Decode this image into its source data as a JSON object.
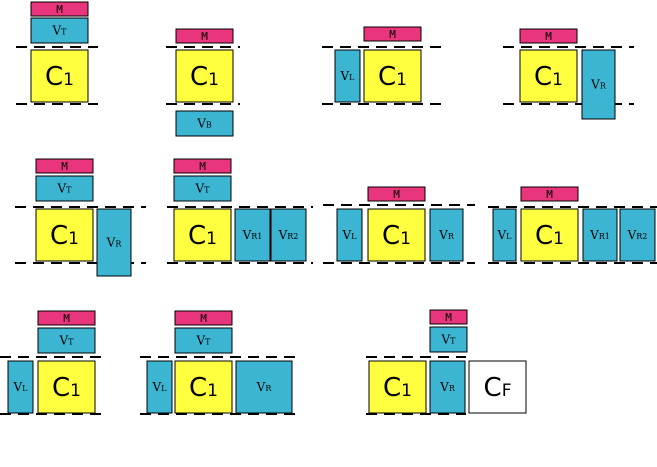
{
  "colors": {
    "M": "#e8357c",
    "V": "#3cb5d2",
    "C1": "#ffff40",
    "CF": "#ffffff"
  },
  "labels": {
    "M": "M",
    "C1": {
      "main": "C",
      "sub": "1"
    },
    "CF": {
      "main": "C",
      "sub": "F"
    },
    "VT": {
      "main": "V",
      "sub": "T"
    },
    "VB": {
      "main": "V",
      "sub": "B"
    },
    "VL": {
      "main": "V",
      "sub": "L"
    },
    "VR": {
      "main": "V",
      "sub": "R"
    },
    "VR1": {
      "main": "V",
      "sub": "R1"
    },
    "VR2": {
      "main": "V",
      "sub": "R2"
    }
  },
  "configurations": [
    {
      "id": 1,
      "parts": [
        "M",
        "VT",
        "C1"
      ]
    },
    {
      "id": 2,
      "parts": [
        "M",
        "C1",
        "VB"
      ]
    },
    {
      "id": 3,
      "parts": [
        "M",
        "VL",
        "C1"
      ]
    },
    {
      "id": 4,
      "parts": [
        "M",
        "C1",
        "VR"
      ]
    },
    {
      "id": 5,
      "parts": [
        "M",
        "VT",
        "C1",
        "VR"
      ]
    },
    {
      "id": 6,
      "parts": [
        "M",
        "VT",
        "C1",
        "VR1",
        "VR2"
      ]
    },
    {
      "id": 7,
      "parts": [
        "M",
        "VL",
        "C1",
        "VR"
      ]
    },
    {
      "id": 8,
      "parts": [
        "M",
        "VL",
        "C1",
        "VR1",
        "VR2"
      ]
    },
    {
      "id": 9,
      "parts": [
        "M",
        "VT",
        "VL",
        "C1"
      ]
    },
    {
      "id": 10,
      "parts": [
        "M",
        "VT",
        "VL",
        "C1",
        "VR"
      ]
    },
    {
      "id": 11,
      "parts": [
        "M",
        "VT",
        "C1",
        "VR",
        "CF"
      ]
    }
  ]
}
